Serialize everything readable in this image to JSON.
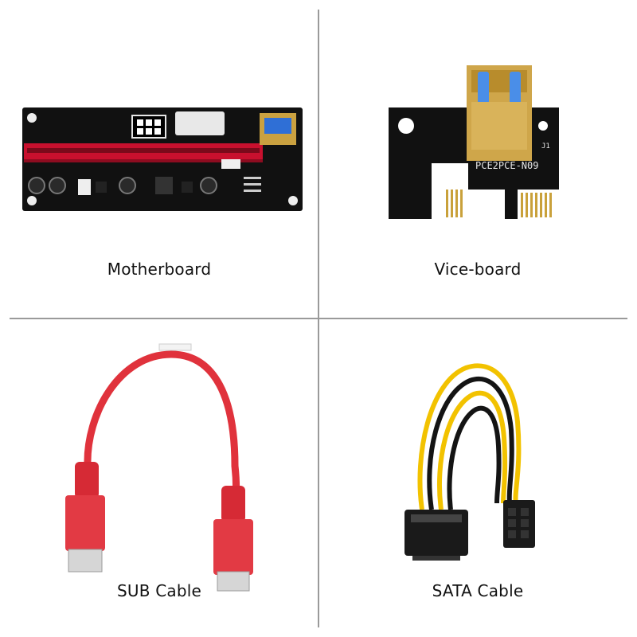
{
  "panels": [
    {
      "caption": "Motherboard",
      "image": "pcie-riser-main-board"
    },
    {
      "caption": "Vice-board",
      "image": "pcie-x1-adapter-board",
      "board_label": "PCE2PCE-N09",
      "pad_label": "J1"
    },
    {
      "caption": "SUB Cable",
      "image": "red-usb3-cable"
    },
    {
      "caption": "SATA Cable",
      "image": "sata-to-6pin-cable"
    }
  ],
  "colors": {
    "background": "#ffffff",
    "divider": "#9a9a9a",
    "pcb": "#111111",
    "slot_red": "#c8102e",
    "usb_blue": "#2f6fd6",
    "gold": "#c9a13b",
    "cable_red": "#e0323c",
    "wire_yellow": "#f2c200",
    "wire_black": "#141414"
  }
}
